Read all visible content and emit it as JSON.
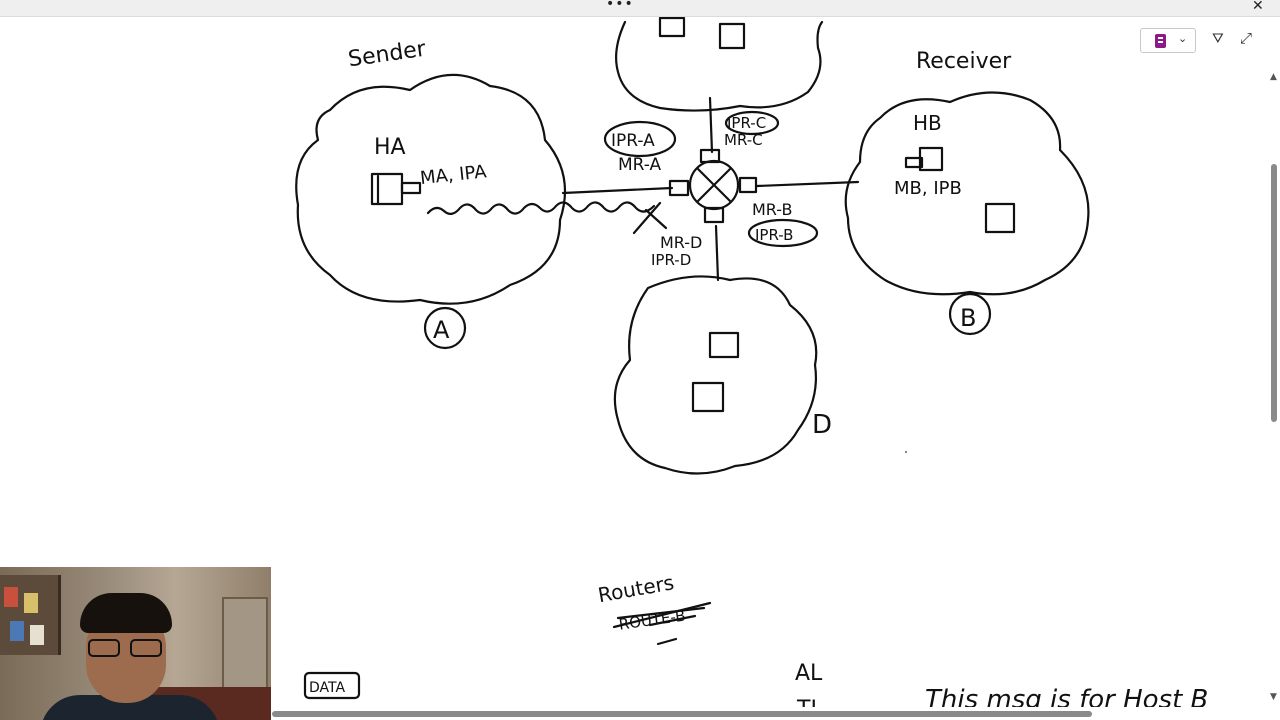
{
  "app": {
    "more_glyph": "•••",
    "close_glyph": "✕",
    "notebook_chevron": "⌄",
    "filter_glyph": "⛛",
    "expand_glyph": "⤢",
    "accent_color": "#8a1a87"
  },
  "scrollbars": {
    "up_glyph": "▲",
    "down_glyph": "▼",
    "left_glyph": "◀"
  },
  "diagram": {
    "sender_label": "Sender",
    "receiver_label": "Receiver",
    "host_a_label": "HA",
    "host_a_addr": "MA, IPA",
    "host_b_label": "HB",
    "host_b_addr": "MB, IPB",
    "router_ip_a": "IPR-A",
    "router_mac_a": "MR-A",
    "router_ip_c": "IPR-C",
    "router_mac_c": "MR-C",
    "router_mac_b": "MR-B",
    "router_ip_b": "IPR-B",
    "router_mac_d": "MR-D",
    "router_ip_d": "IPR-D",
    "network_a": "A",
    "network_b": "B",
    "network_d": "D",
    "routers_note": "Routers",
    "routers_struck": "ROUTE-B",
    "data_box": "DATA",
    "layer_al": "AL",
    "layer_tl": "TL",
    "note_text": "This msg is for Host B"
  }
}
